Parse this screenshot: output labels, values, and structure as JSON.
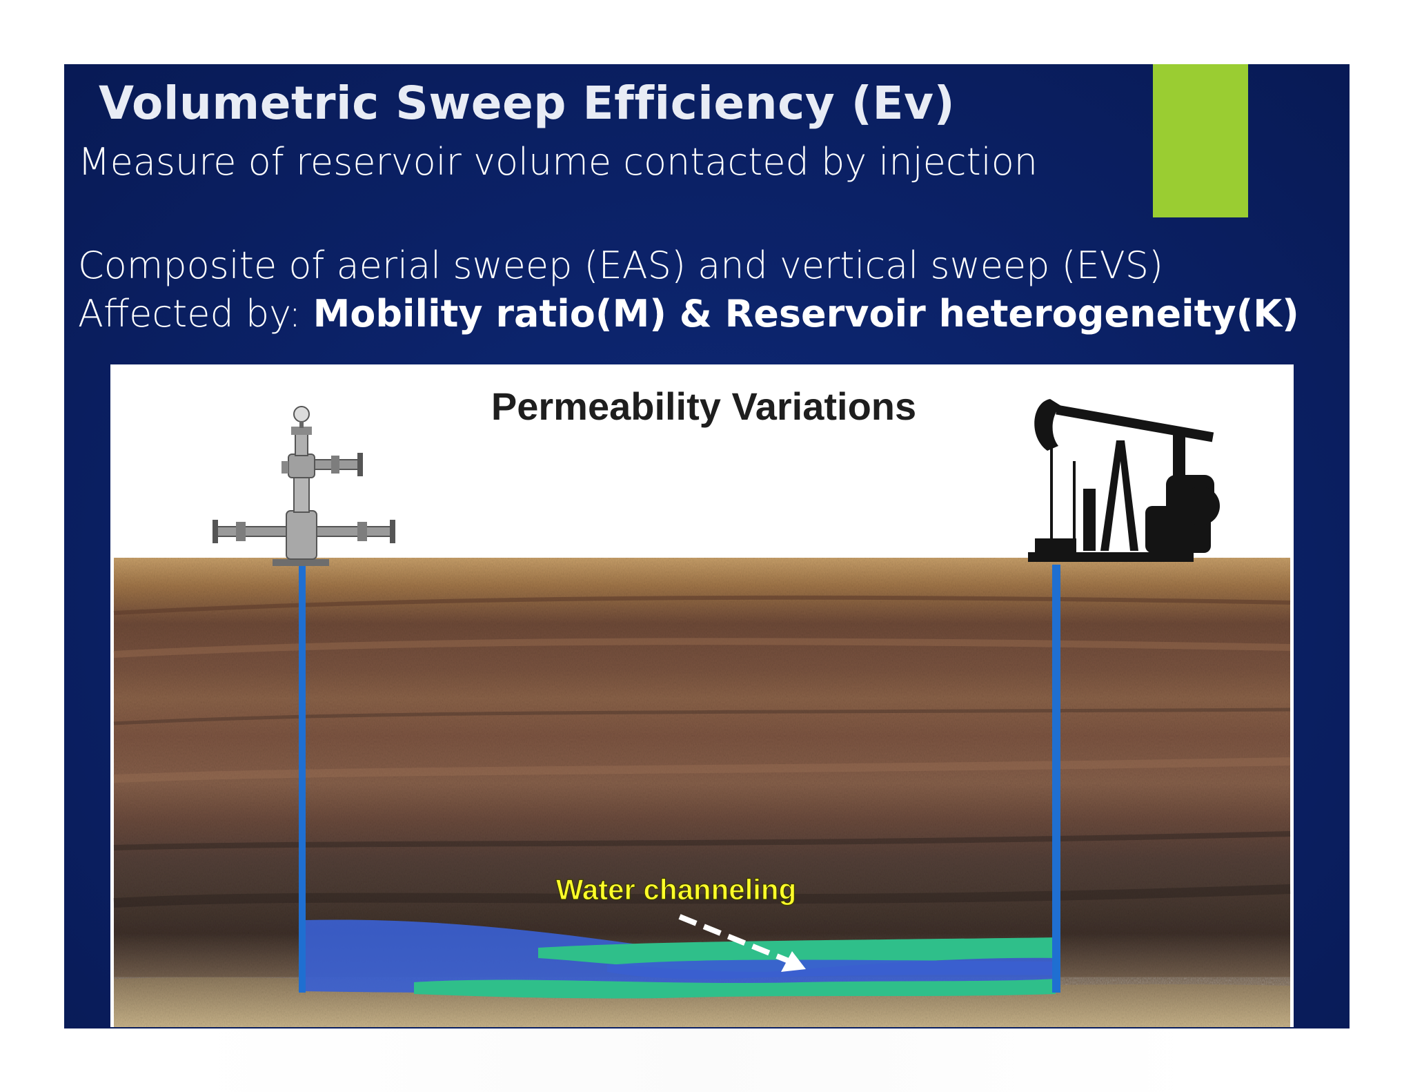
{
  "slide": {
    "title": "Volumetric Sweep Efficiency (Ev)",
    "lines": {
      "measure": "Measure of reservoir volume contacted by injection",
      "composite": "Composite of aerial sweep (EAS) and vertical sweep (EVS)",
      "affected_prefix": "Affected by: ",
      "affected_bold": "Mobility ratio(M) & Reservoir heterogeneity(K)"
    },
    "colors": {
      "background": "#0b2166",
      "accent": "#9acd32",
      "text": "#ffffff"
    }
  },
  "figure": {
    "title": "Permeability Variations",
    "annotation": "Water channeling",
    "icons": [
      "injection-wellhead-icon",
      "pumpjack-icon"
    ],
    "colors": {
      "water": "#3a5fd0",
      "channel": "#2fbf8a",
      "wellbore": "#1f6fd1",
      "annotation": "#ffff2a"
    }
  }
}
